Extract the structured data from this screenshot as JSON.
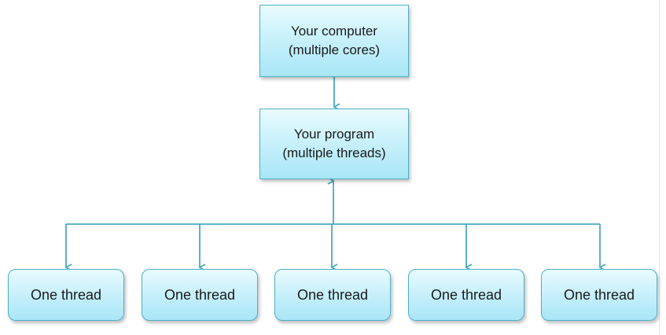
{
  "nodes": {
    "computer": {
      "line1": "Your computer",
      "line2": "(multiple cores)"
    },
    "program": {
      "line1": "Your program",
      "line2": "(multiple threads)"
    },
    "threads": [
      {
        "label": "One thread"
      },
      {
        "label": "One thread"
      },
      {
        "label": "One thread"
      },
      {
        "label": "One thread"
      },
      {
        "label": "One thread"
      }
    ]
  },
  "colors": {
    "connector": "#4aaac2",
    "box_border": "#4fb0c6",
    "box_fill_top": "#e9fbff",
    "box_fill_bottom": "#a9e6f6"
  }
}
